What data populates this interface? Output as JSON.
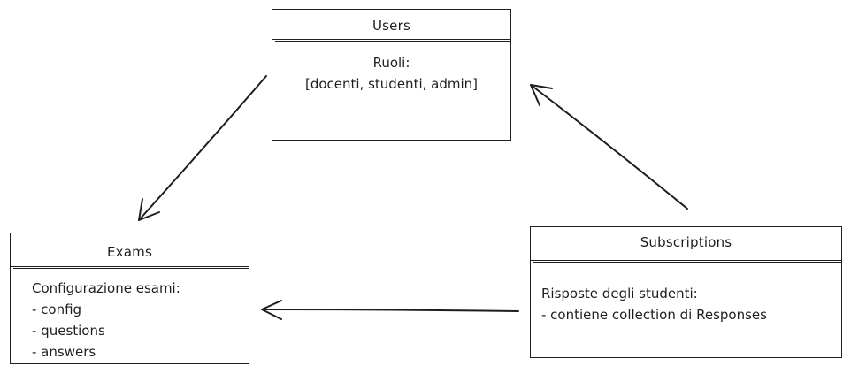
{
  "users": {
    "title": "Users",
    "body": [
      "Ruoli:",
      "[docenti, studenti, admin]"
    ]
  },
  "exams": {
    "title": "Exams",
    "body": [
      "Configurazione esami:",
      "- config",
      "- questions",
      "- answers"
    ]
  },
  "subscriptions": {
    "title": "Subscriptions",
    "body": [
      "Risposte degli studenti:",
      "- contiene collection di Responses"
    ]
  },
  "arrows": [
    {
      "from": "users",
      "to": "exams"
    },
    {
      "from": "subscriptions",
      "to": "users"
    },
    {
      "from": "subscriptions",
      "to": "exams"
    }
  ],
  "colors": {
    "stroke": "#1e1e1e",
    "background": "#ffffff"
  }
}
